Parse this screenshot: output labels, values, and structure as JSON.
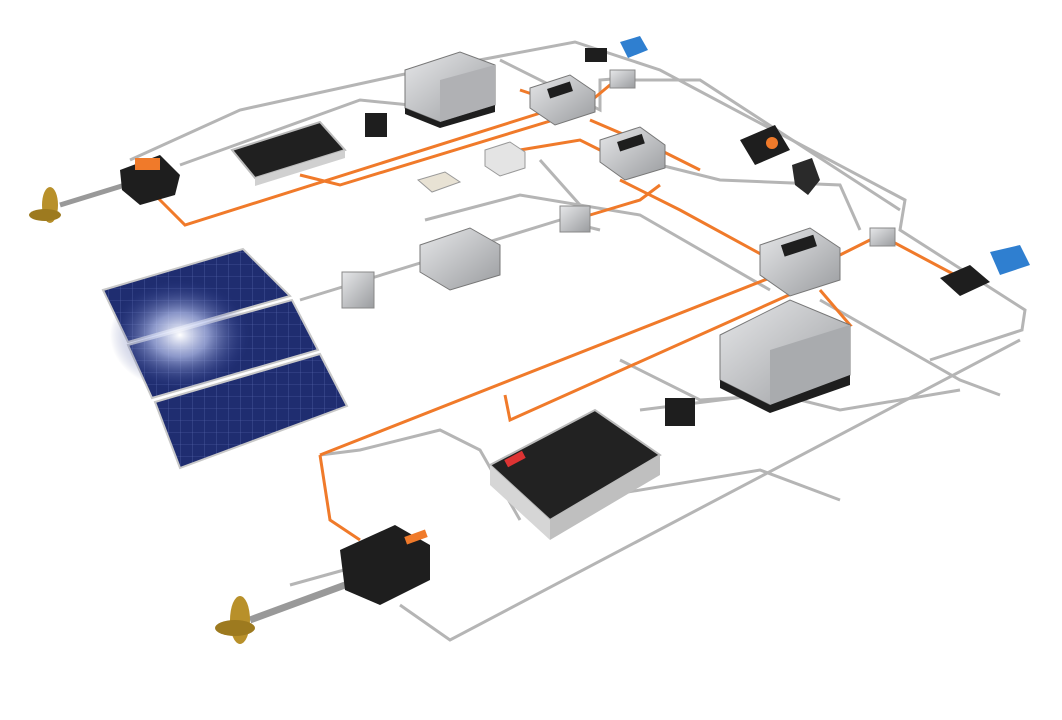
{
  "diagram": {
    "components": [
      {
        "id": "solar-array",
        "icon": "solar-panel-icon"
      },
      {
        "id": "motor-top",
        "icon": "electric-motor-icon"
      },
      {
        "id": "propeller-top",
        "icon": "propeller-icon"
      },
      {
        "id": "battery-small",
        "icon": "battery-icon"
      },
      {
        "id": "generator-small",
        "icon": "generator-icon"
      },
      {
        "id": "junction-box-1",
        "icon": "junction-box-icon"
      },
      {
        "id": "junction-box-2",
        "icon": "junction-box-icon"
      },
      {
        "id": "junction-box-main",
        "icon": "junction-box-icon"
      },
      {
        "id": "charger",
        "icon": "charger-icon"
      },
      {
        "id": "shore-power",
        "icon": "shore-power-socket-icon"
      },
      {
        "id": "control-panel",
        "icon": "control-panel-icon"
      },
      {
        "id": "throttle",
        "icon": "throttle-lever-icon"
      },
      {
        "id": "blue-connector-top",
        "icon": "connector-icon"
      },
      {
        "id": "blue-connector-right",
        "icon": "connector-icon"
      },
      {
        "id": "generator-large",
        "icon": "generator-icon"
      },
      {
        "id": "battery-large",
        "icon": "battery-icon"
      },
      {
        "id": "motor-bottom",
        "icon": "electric-motor-icon"
      },
      {
        "id": "propeller-bottom",
        "icon": "propeller-icon"
      }
    ],
    "colors": {
      "power_cable": "#f07a2a",
      "signal_cable": "#b8b8b8",
      "device_dark": "#1e1e1e",
      "device_steel": "#c9cacc",
      "solar_cell": "#1d2a6b",
      "propeller": "#b8902a",
      "connector": "#2f7fd0"
    }
  }
}
